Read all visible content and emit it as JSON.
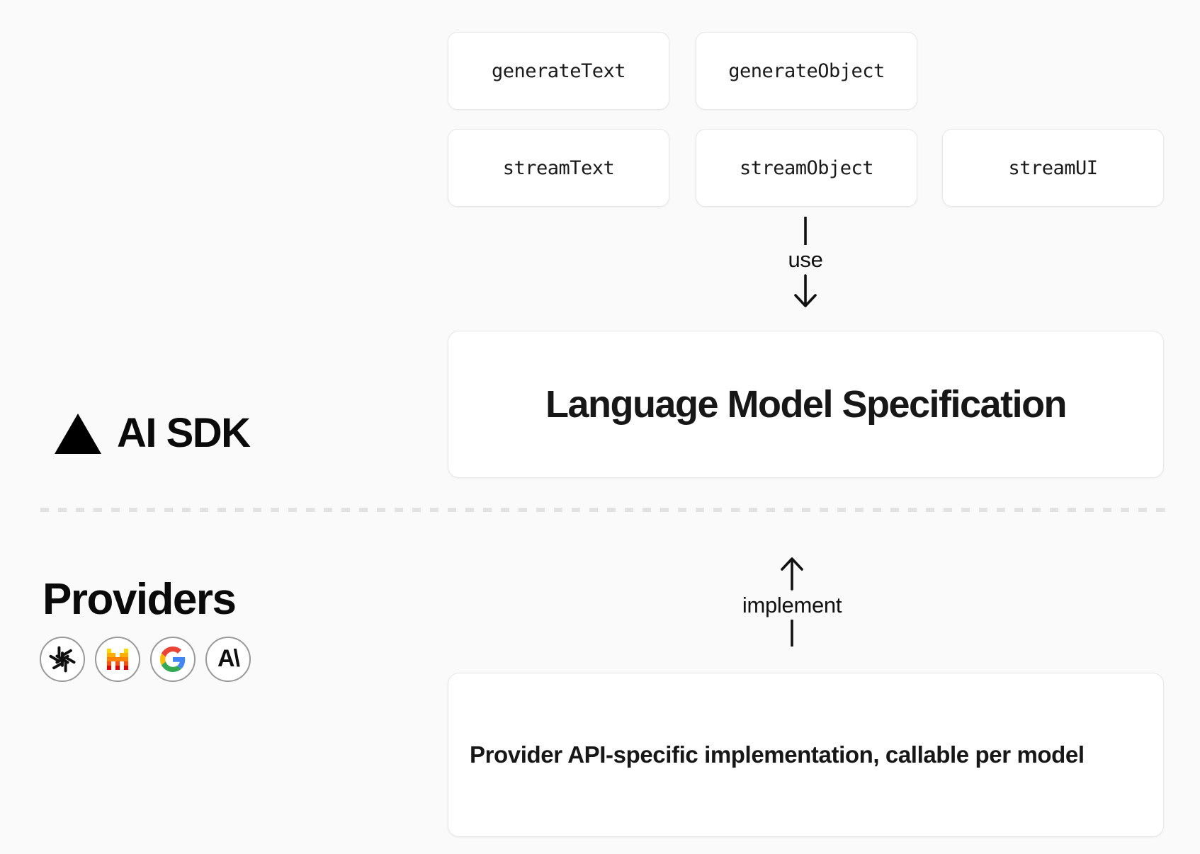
{
  "colors": {
    "page_bg": "#fafafa",
    "card_bg": "#ffffff",
    "card_border": "#e7e7e7",
    "text": "#171717",
    "dash": "#e2e2e2",
    "google_blue": "#4285F4",
    "google_red": "#EA4335",
    "google_yellow": "#FBBC05",
    "google_green": "#34A853",
    "mistral_stripes": [
      "#FFD800",
      "#FFAF00",
      "#FF8205",
      "#FA500F",
      "#E10500"
    ]
  },
  "ai_sdk": {
    "brand": "AI SDK",
    "brand_icon": "vercel-triangle-icon",
    "functions_row_1": [
      {
        "label": "generateText"
      },
      {
        "label": "generateObject"
      }
    ],
    "functions_row_2": [
      {
        "label": "streamText"
      },
      {
        "label": "streamObject"
      },
      {
        "label": "streamUI"
      }
    ],
    "use_arrow_label": "use",
    "spec_box_title": "Language Model Specification"
  },
  "providers": {
    "heading": "Providers",
    "icons": [
      {
        "name": "openai-icon"
      },
      {
        "name": "mistral-icon"
      },
      {
        "name": "google-icon"
      },
      {
        "name": "anthropic-icon",
        "glyph": "A\\"
      }
    ],
    "implement_arrow_label": "implement",
    "implementation_box_text": "Provider API-specific implementation, callable per model"
  }
}
